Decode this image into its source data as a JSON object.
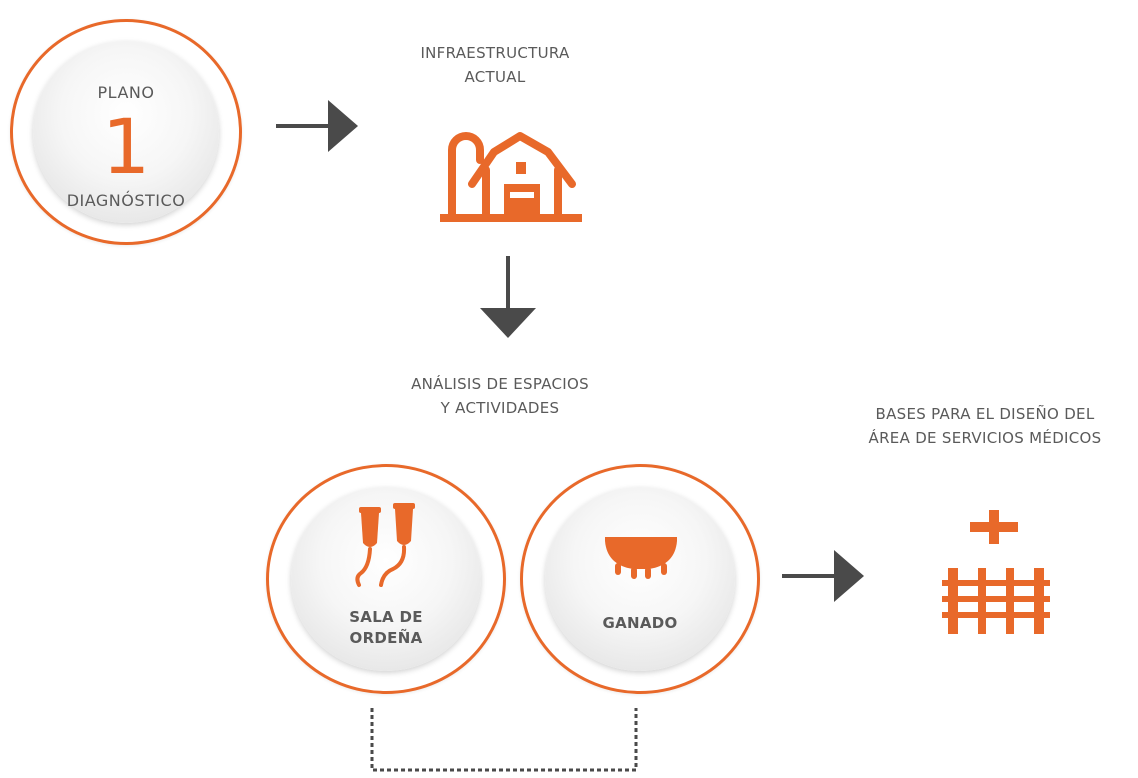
{
  "plan": {
    "label_top": "PLANO",
    "number": "1",
    "label_bottom": "DIAGNÓSTICO"
  },
  "infra": {
    "caption_line1": "INFRAESTRUCTURA",
    "caption_line2": "ACTUAL",
    "icon": "barn-silo-icon"
  },
  "analysis": {
    "caption_line1": "ANÁLISIS DE ESPACIOS",
    "caption_line2": "Y ACTIVIDADES",
    "milking": {
      "line1": "SALA DE",
      "line2": "ORDEÑA",
      "icon": "milking-cups-icon"
    },
    "cattle": {
      "label": "GANADO",
      "icon": "udder-icon"
    }
  },
  "bases": {
    "caption_line1": "BASES PARA EL DISEÑO DEL",
    "caption_line2": "ÁREA DE SERVICIOS MÉDICOS",
    "icons": [
      "medical-cross-icon",
      "fence-icon"
    ]
  },
  "colors": {
    "accent": "#e8692a",
    "arrow": "#4a4a4a",
    "text": "#5a5a5a"
  }
}
